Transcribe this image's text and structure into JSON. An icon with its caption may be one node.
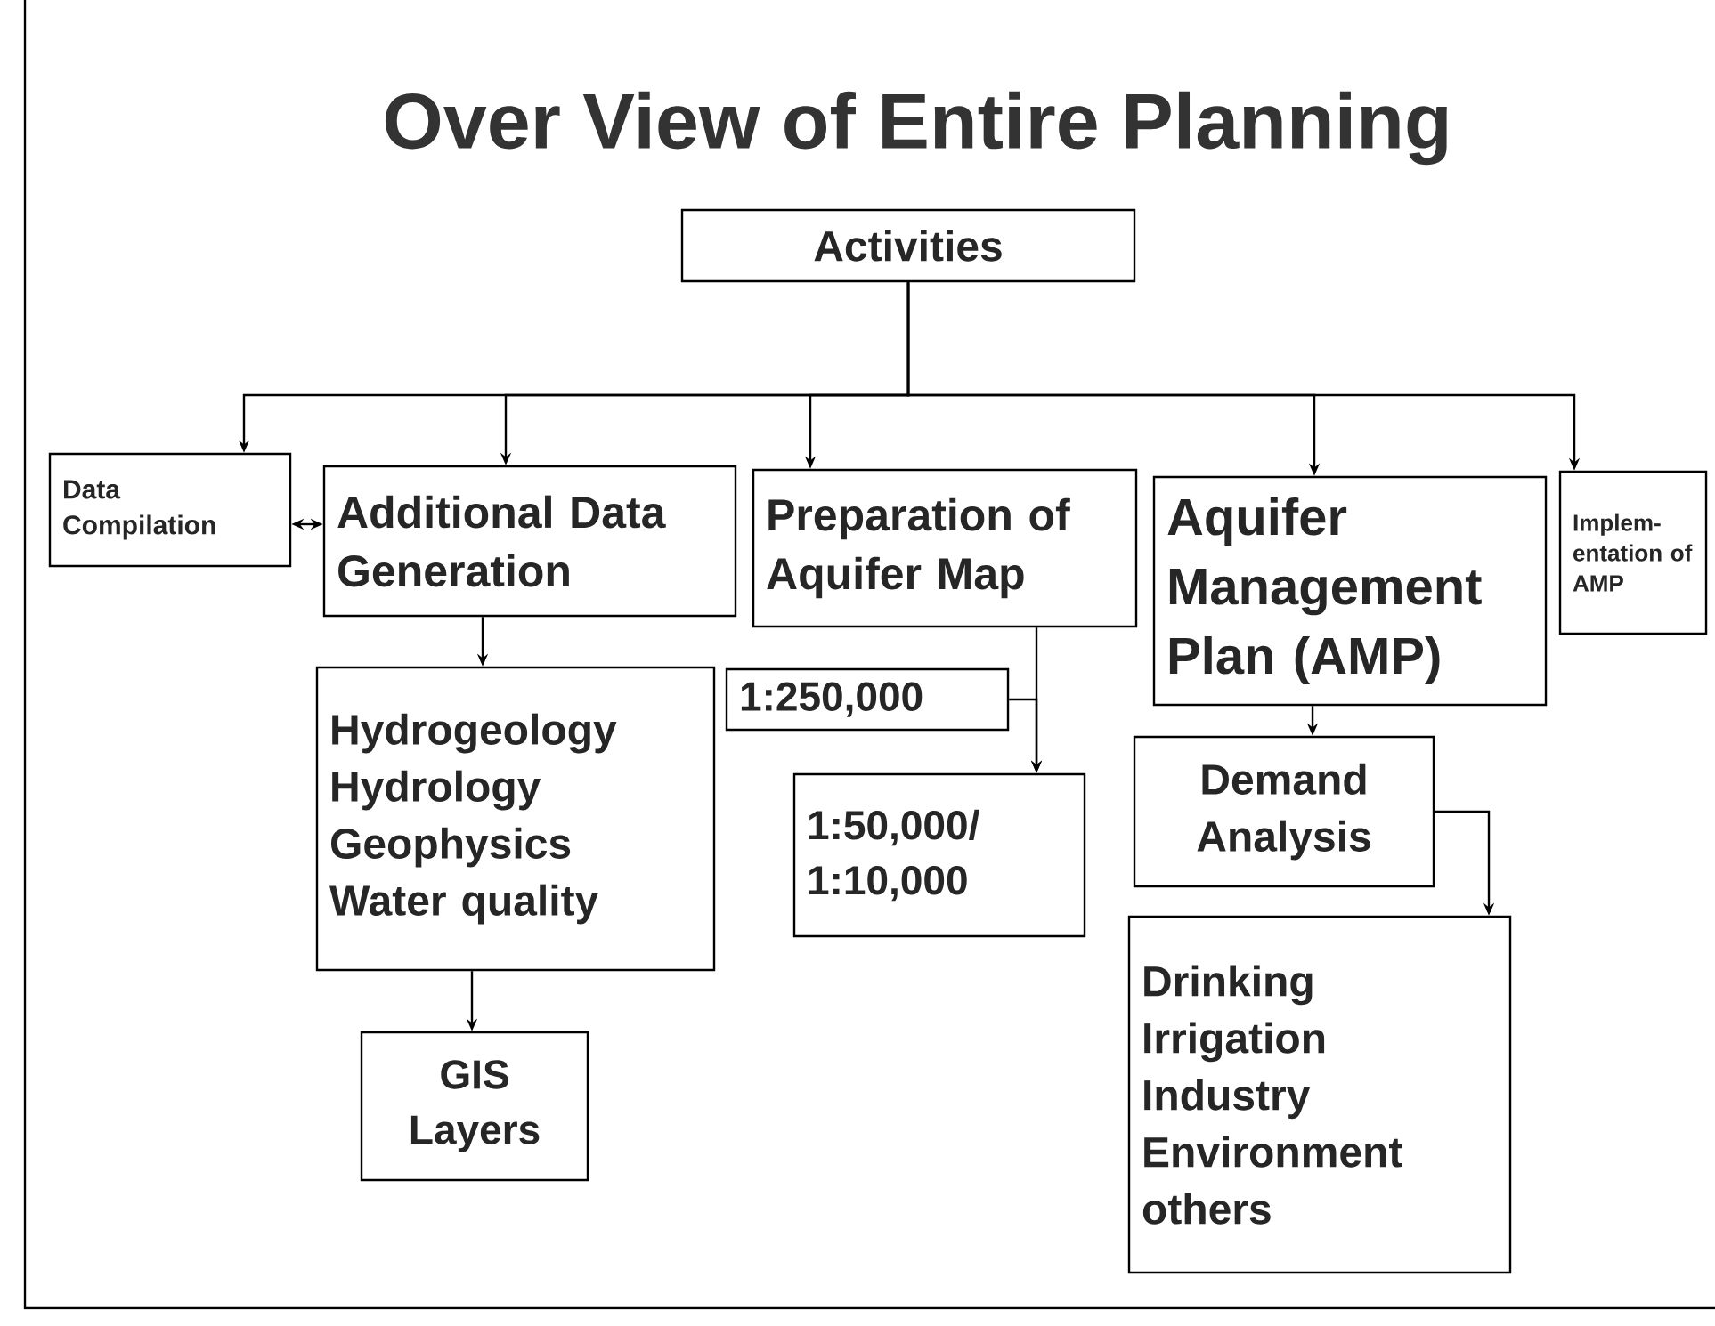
{
  "diagram": {
    "title": "Over View of Entire Planning",
    "nodes": [
      {
        "text": [
          "Activities"
        ]
      },
      {
        "text": [
          "Data Compilation"
        ]
      },
      {
        "text": [
          "Additional Data Generation"
        ]
      },
      {
        "text": [
          "Preparation of Aquifer Map"
        ]
      },
      {
        "text": [
          "Aquifer Management Plan (AMP)"
        ]
      },
      {
        "text": [
          "Implem-entation of AMP"
        ]
      },
      {
        "text": [
          "Hydrogeology",
          "Hydrology",
          "Geophysics",
          "Water quality"
        ]
      },
      {
        "text": [
          "GIS Layers"
        ]
      },
      {
        "text": [
          "1:250,000"
        ]
      },
      {
        "text": [
          "1:50,000/ 1:10,000"
        ]
      },
      {
        "text": [
          "Demand Analysis"
        ]
      },
      {
        "text": [
          "Drinking",
          "Irrigation",
          "Industry",
          "Environment",
          "others"
        ]
      }
    ],
    "edges": [
      {
        "from": 0,
        "to": 1,
        "arrow": "to"
      },
      {
        "from": 0,
        "to": 2,
        "arrow": "to"
      },
      {
        "from": 0,
        "to": 3,
        "arrow": "to"
      },
      {
        "from": 0,
        "to": 4,
        "arrow": "to"
      },
      {
        "from": 0,
        "to": 5,
        "arrow": "to"
      },
      {
        "from": 1,
        "to": 2,
        "arrow": "both"
      },
      {
        "from": 2,
        "to": 6,
        "arrow": "to"
      },
      {
        "from": 6,
        "to": 7,
        "arrow": "to"
      },
      {
        "from": 3,
        "to": 9,
        "arrow": "to"
      },
      {
        "from": 8,
        "to": 9,
        "arrow": "to"
      },
      {
        "from": 4,
        "to": 10,
        "arrow": "to"
      },
      {
        "from": 10,
        "to": 11,
        "arrow": "to"
      }
    ]
  }
}
